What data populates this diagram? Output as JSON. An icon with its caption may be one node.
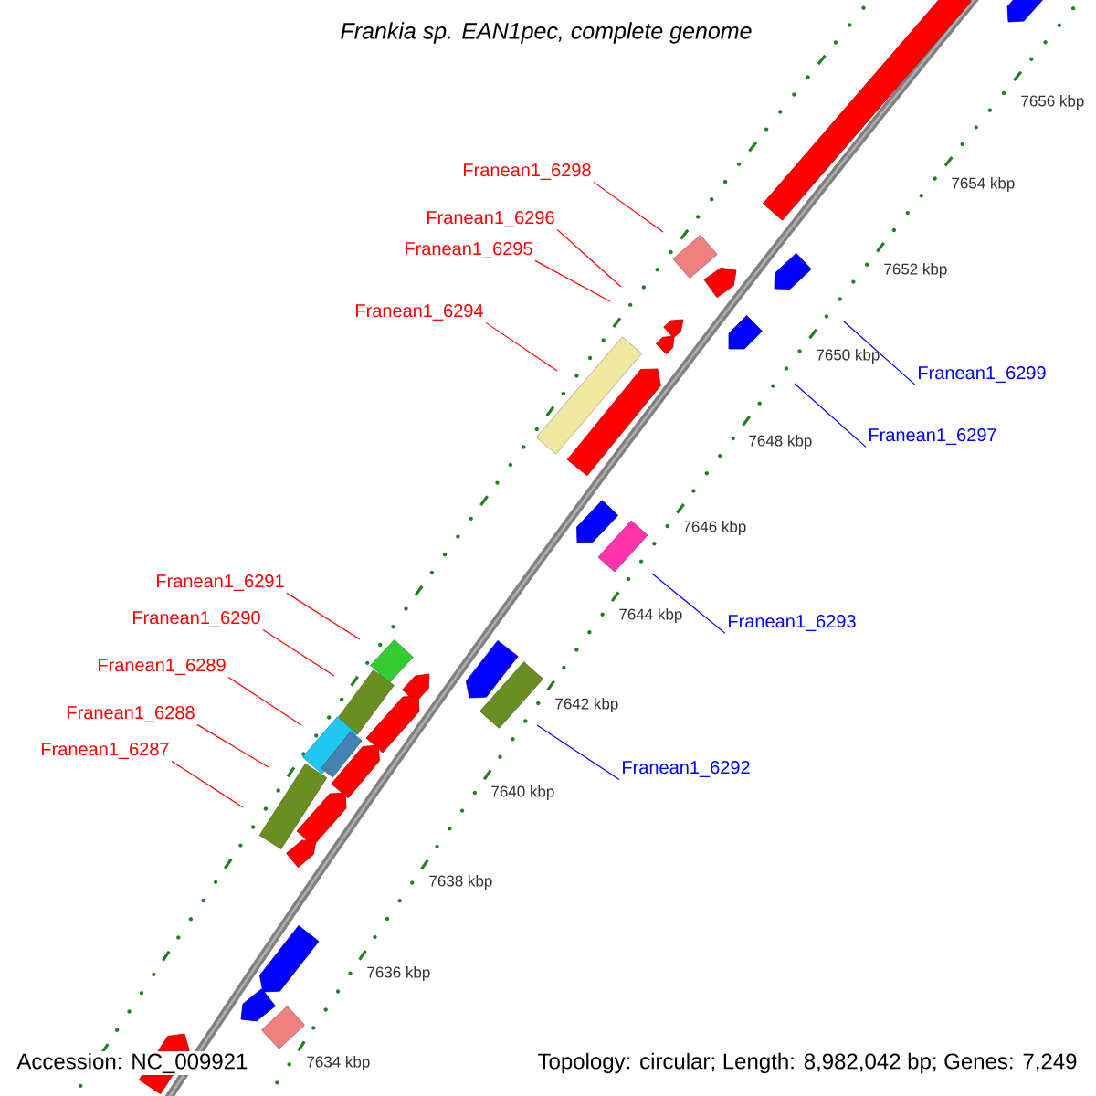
{
  "diagram": {
    "title": "Frankia sp. EAN1pec, complete genome",
    "nodes": [
      {
        "text": [
          "Franean1_6298"
        ]
      },
      {
        "text": [
          "Franean1_6296"
        ]
      },
      {
        "text": [
          "Franean1_6295"
        ]
      },
      {
        "text": [
          "Franean1_6294"
        ]
      },
      {
        "text": [
          "Franean1_6299"
        ]
      },
      {
        "text": [
          "Franean1_6297"
        ]
      },
      {
        "text": [
          "Franean1_6291"
        ]
      },
      {
        "text": [
          "Franean1_6290"
        ]
      },
      {
        "text": [
          "Franean1_6293"
        ]
      },
      {
        "text": [
          "Franean1_6289"
        ]
      },
      {
        "text": [
          "Franean1_6288"
        ]
      },
      {
        "text": [
          "Franean1_6287"
        ]
      },
      {
        "text": [
          "Franean1_6292"
        ]
      }
    ],
    "edges": [
      {
        "from": 0,
        "to": null,
        "arrow": "none",
        "color": "#ff0000"
      },
      {
        "from": 1,
        "to": null,
        "arrow": "none",
        "color": "#ff0000"
      },
      {
        "from": 2,
        "to": null,
        "arrow": "none",
        "color": "#ff0000"
      },
      {
        "from": 3,
        "to": null,
        "arrow": "none",
        "color": "#ff0000"
      },
      {
        "from": 4,
        "to": null,
        "arrow": "none",
        "color": "#0000ff"
      },
      {
        "from": 5,
        "to": null,
        "arrow": "none",
        "color": "#0000ff"
      },
      {
        "from": 6,
        "to": null,
        "arrow": "none",
        "color": "#ff0000"
      },
      {
        "from": 7,
        "to": null,
        "arrow": "none",
        "color": "#ff0000"
      },
      {
        "from": 8,
        "to": null,
        "arrow": "none",
        "color": "#0000ff"
      },
      {
        "from": 9,
        "to": null,
        "arrow": "none",
        "color": "#ff0000"
      },
      {
        "from": 10,
        "to": null,
        "arrow": "none",
        "color": "#ff0000"
      },
      {
        "from": 11,
        "to": null,
        "arrow": "none",
        "color": "#ff0000"
      },
      {
        "from": 12,
        "to": null,
        "arrow": "none",
        "color": "#0000ff"
      }
    ],
    "labels": [
      "7656 kbp",
      "7654 kbp",
      "7652 kbp",
      "7650 kbp",
      "7648 kbp",
      "7646 kbp",
      "7644 kbp",
      "7642 kbp",
      "7640 kbp",
      "7638 kbp",
      "7636 kbp",
      "7634 kbp",
      "Accession: NC_009921",
      "Topology: circular; Length: 8,982,042 bp; Genes: 7,249"
    ]
  }
}
